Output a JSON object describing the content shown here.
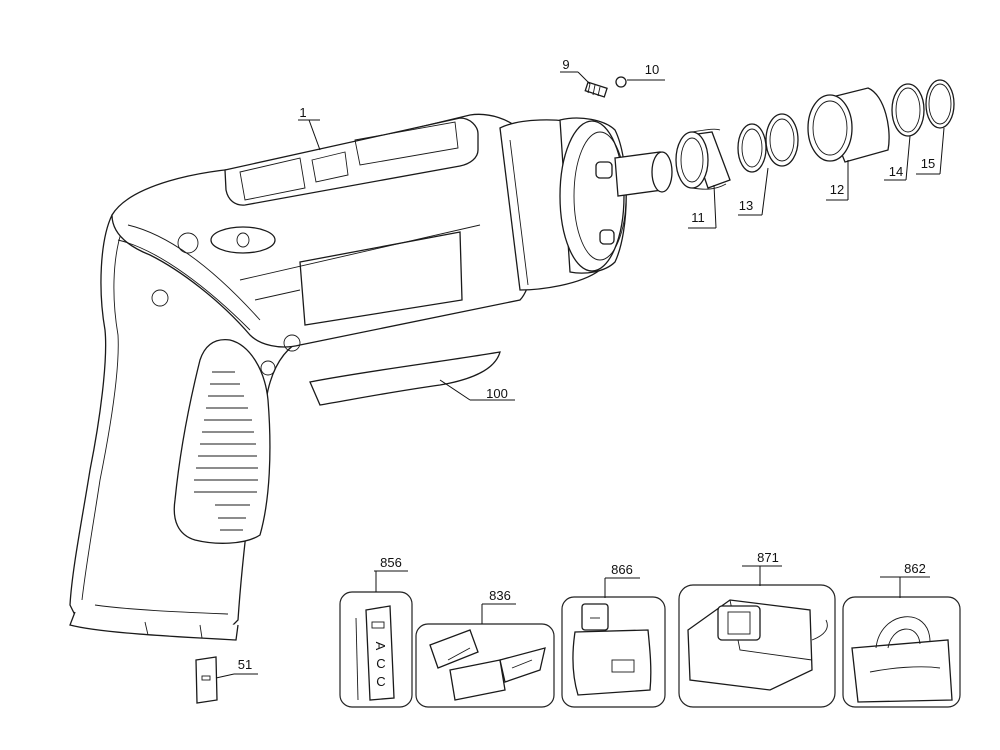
{
  "diagram": {
    "labels": {
      "p1": "1",
      "p9": "9",
      "p10": "10",
      "p11": "11",
      "p12": "12",
      "p13": "13",
      "p14": "14",
      "p15": "15",
      "p51": "51",
      "p100": "100",
      "p856": "856",
      "p836": "836",
      "p866": "866",
      "p871": "871",
      "p862": "862"
    },
    "card_text": {
      "a": "A",
      "c1": "C",
      "c2": "C"
    }
  }
}
